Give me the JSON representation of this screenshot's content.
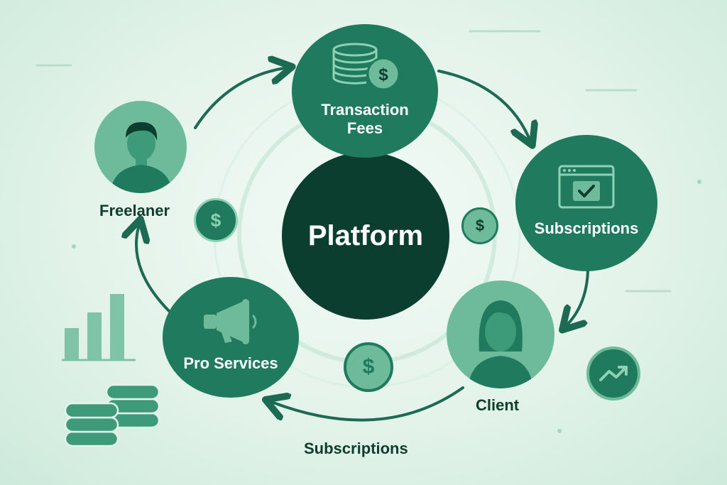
{
  "center": {
    "label": "Platform"
  },
  "nodes": {
    "transaction_fees": {
      "label_line1": "Transaction",
      "label_line2": "Fees"
    },
    "subscriptions": {
      "label": "Subscriptions"
    },
    "client": {
      "label": "Client"
    },
    "pro_services": {
      "label": "Pro Services"
    },
    "freelancer": {
      "label": "Freelaner"
    }
  },
  "bottom_flow": {
    "label": "Subscriptions"
  },
  "icons": {
    "transaction_fees": "coins-dollar-icon",
    "subscriptions": "browser-check-icon",
    "client": "woman-avatar-icon",
    "pro_services": "megaphone-icon",
    "freelancer": "man-avatar-icon"
  },
  "colors": {
    "node_fill": "#1f7a5e",
    "center_fill": "#0c3e2f",
    "avatar_fill": "#6dbb9b",
    "arrow": "#1d6a52",
    "text_dark": "#0f3d2e",
    "accent_light": "#8fd1b5"
  },
  "symbols": {
    "dollar": "$"
  }
}
